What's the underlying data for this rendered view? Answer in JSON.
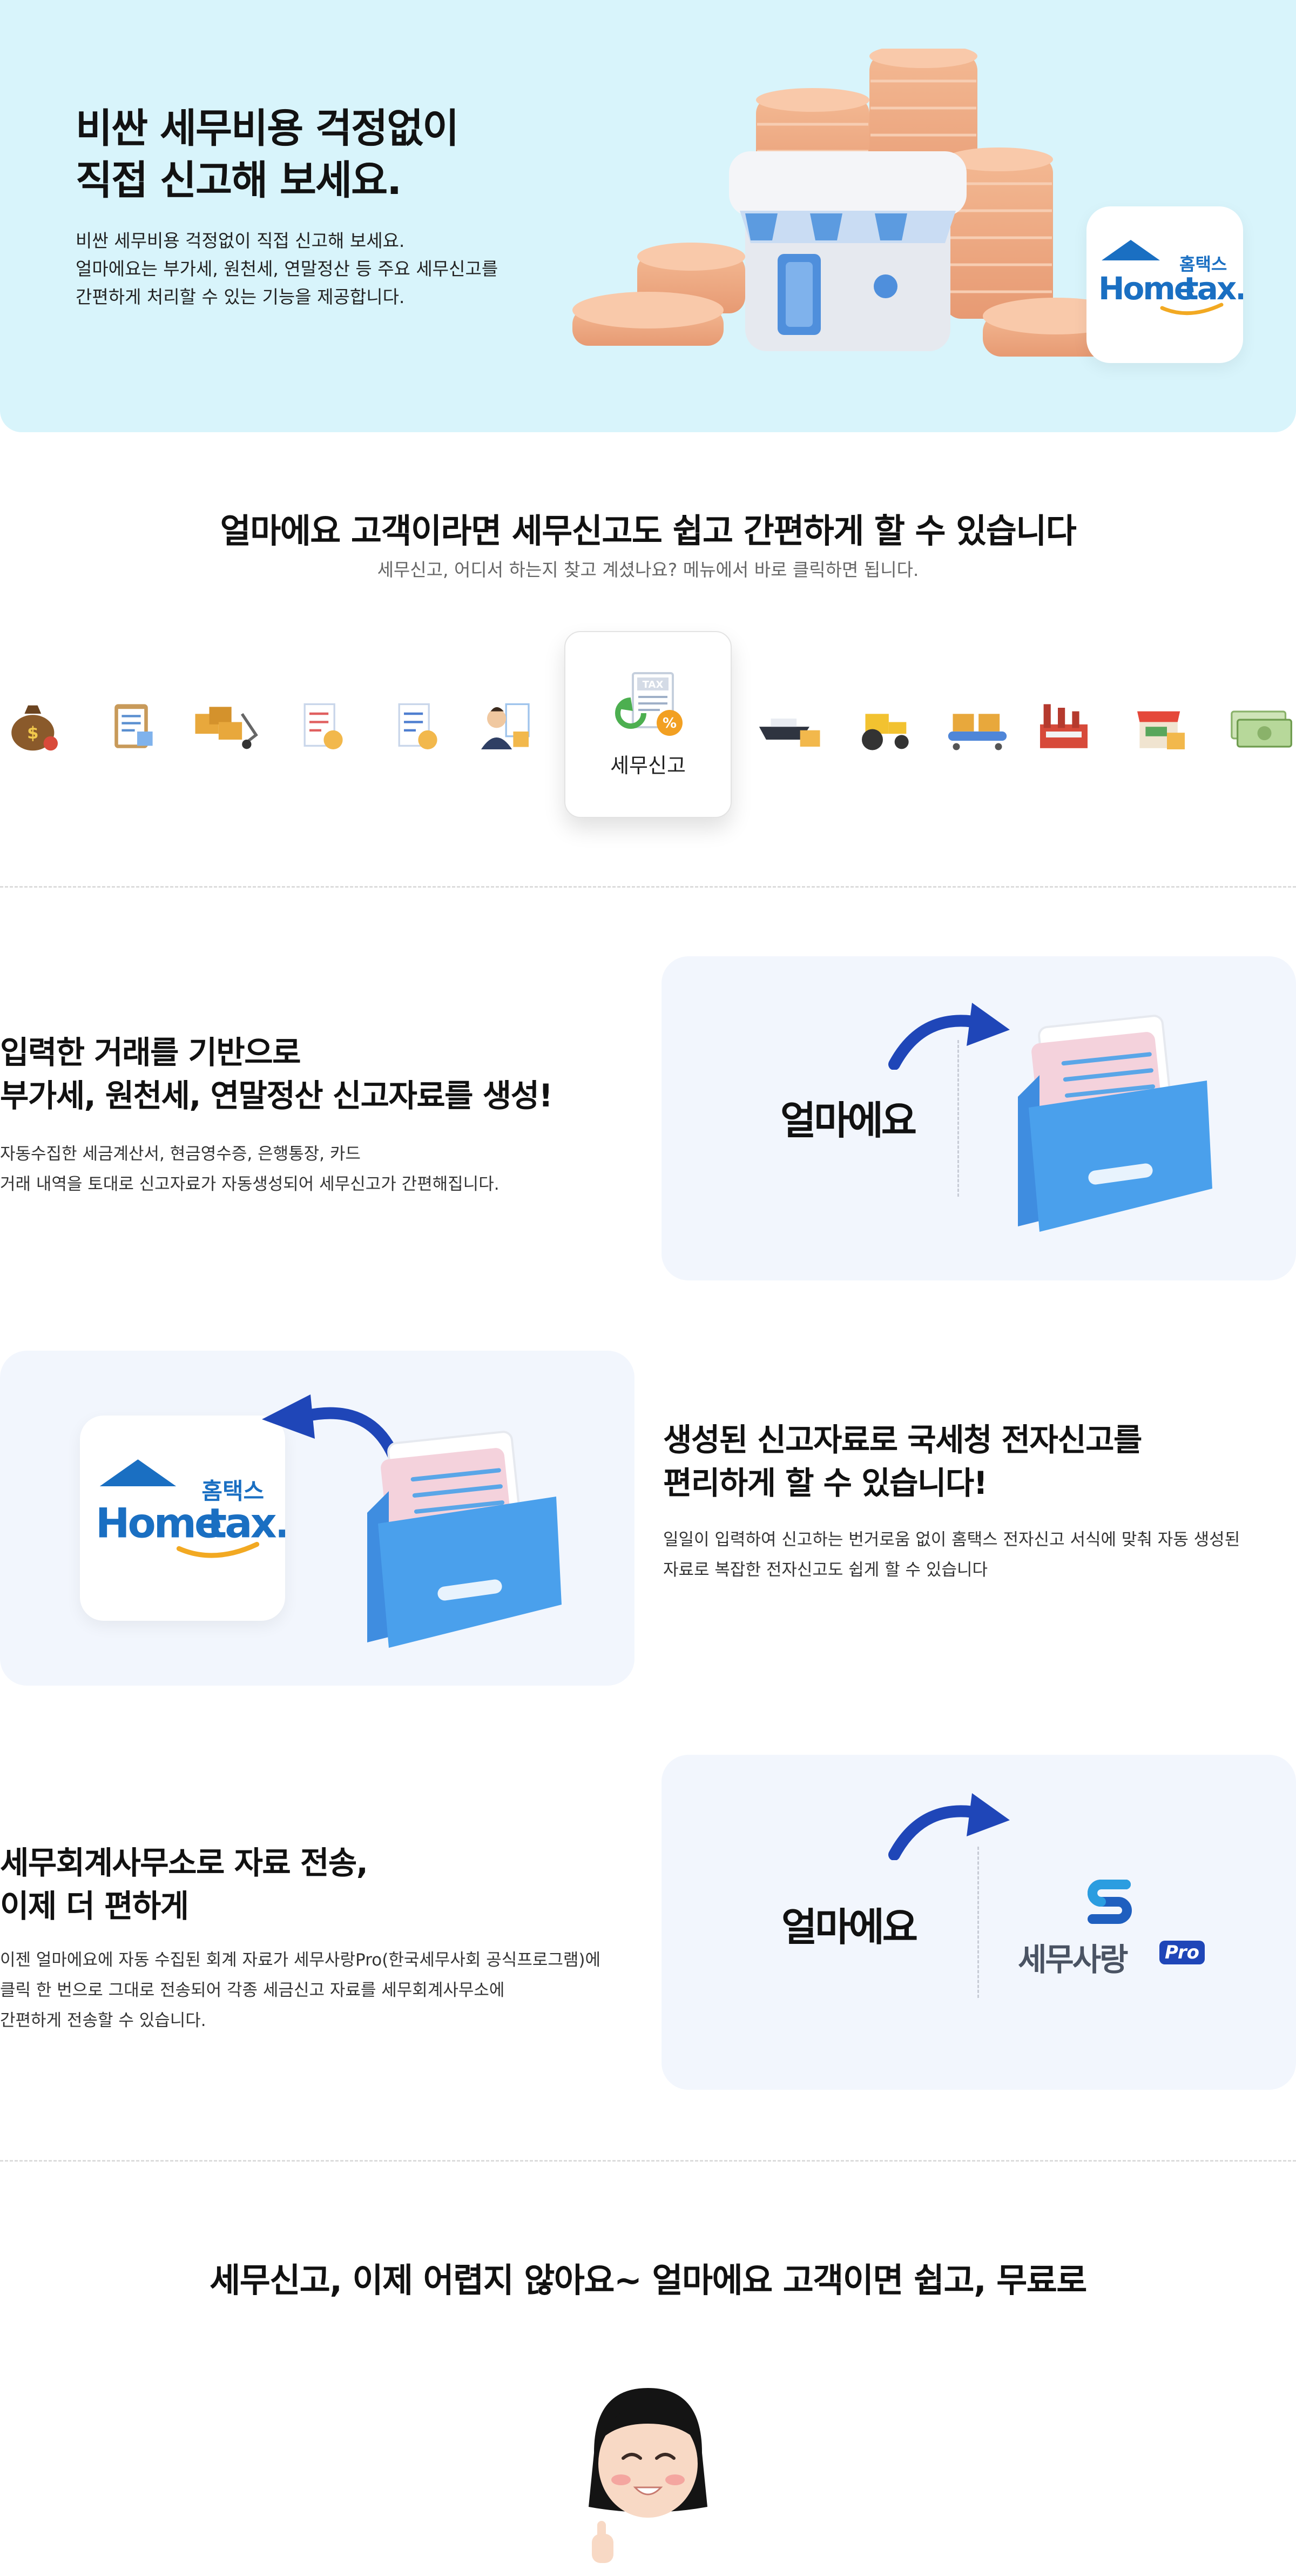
{
  "hero": {
    "title_line1": "비싼 세무비용 걱정없이",
    "title_line2": "직접 신고해 보세요.",
    "desc_line1": "비싼 세무비용 걱정없이 직접 신고해 보세요.",
    "desc_line2": "얼마에요는 부가세, 원천세, 연말정산 등 주요 세무신고를",
    "desc_line3": "간편하게 처리할 수 있는 기능을 제공합니다."
  },
  "hometax_logo": {
    "korean": "홈택스",
    "latin_a": "Home",
    "latin_b": "tax."
  },
  "intro": {
    "title": "얼마에요 고객이라면 세무신고도 쉽고 간편하게 할 수 있습니다",
    "subtitle": "세무신고, 어디서 하는지 찾고 계셨나요? 메뉴에서 바로 클릭하면 됩니다."
  },
  "menu": {
    "active_label": "세무신고",
    "icons": [
      "money-bag-icon",
      "clipboard-report-icon",
      "delivery-cart-icon",
      "invoice-coin-icon",
      "document-coin-icon",
      "businessman-report-icon",
      "ship-icon",
      "tractor-icon",
      "conveyor-icon",
      "factory-icon",
      "shop-open-icon",
      "cash-icon"
    ]
  },
  "feature1": {
    "title_line1": "입력한 거래를 기반으로",
    "title_line2": "부가세, 원천세, 연말정산 신고자료를 생성!",
    "desc_line1": "자동수집한 세금계산서, 현금영수증, 은행통장, 카드",
    "desc_line2": "거래 내역을 토대로 신고자료가 자동생성되어 세무신고가 간편해집니다.",
    "brand": "얼마에요"
  },
  "feature2": {
    "title_line1": "생성된 신고자료로 국세청 전자신고를",
    "title_line2": "편리하게 할 수 있습니다!",
    "desc_line1": "일일이 입력하여 신고하는 번거로움 없이 홈택스 전자신고 서식에 맞춰 자동 생성된",
    "desc_line2": "자료로 복잡한 전자신고도 쉽게 할 수 있습니다"
  },
  "feature3": {
    "title_line1": "세무회계사무소로 자료 전송,",
    "title_line2": "이제 더 편하게",
    "desc_line1": "이젠 얼마에요에 자동 수집된 회계 자료가 세무사랑Pro(한국세무사회 공식프로그램)에",
    "desc_line2": "클릭 한 번으로 그대로 전송되어 각종 세금신고 자료를 세무회계사무소에",
    "desc_line3": "간편하게 전송할 수 있습니다.",
    "brand": "얼마에요",
    "partner_name": "세무사랑",
    "partner_badge": "Pro"
  },
  "closing": {
    "title": "세무신고, 이제 어렵지 않아요~ 얼마에요 고객이면 쉽고, 무료로"
  },
  "colors": {
    "hero_bg": "#d8f4fb",
    "panel_bg": "#f2f6fd",
    "accent_blue": "#1f46b8",
    "hometax_blue": "#1a6fc2"
  }
}
